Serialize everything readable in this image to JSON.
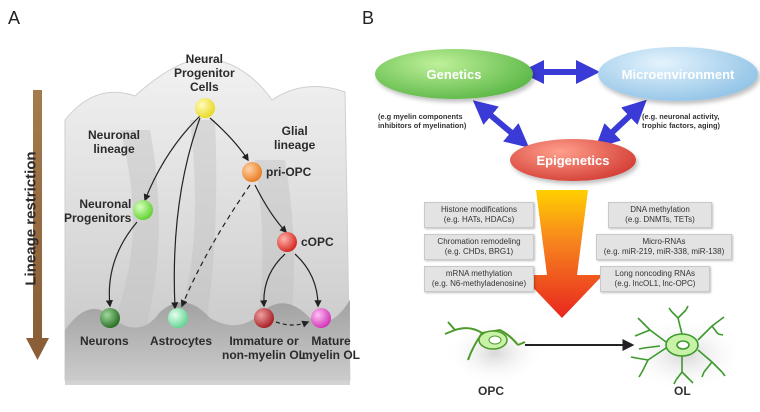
{
  "panel_a": {
    "letter": "A",
    "axis_label": "Lineage restriction",
    "neural_progenitor": "Neural\nProgenitor\nCells",
    "neuronal_lineage": "Neuronal\nlineage",
    "glial_lineage": "Glial\nlineage",
    "pri_opc": "pri-OPC",
    "neuronal_progenitors": "Neuronal\nProgenitors",
    "copc": "cOPC",
    "neurons": "Neurons",
    "astrocytes": "Astrocytes",
    "immature_ol": "Immature or\nnon-myelin OL",
    "mature_ol": "Mature\nmyelin OL",
    "colors": {
      "npc": "#f3e83a",
      "pri_opc": "#f08a2e",
      "neuronal_progenitors": "#7ee04a",
      "copc": "#e2332a",
      "neurons": "#2f7a2a",
      "astrocytes": "#7fe3a6",
      "immature_ol": "#b8282e",
      "mature_ol": "#e646c8"
    }
  },
  "panel_b": {
    "letter": "B",
    "genetics": "Genetics",
    "microenvironment": "Microenvironment",
    "epigenetics": "Epigenetics",
    "genetics_note": "(e.g myelin components\ninhibitors of myelination)",
    "micro_note": "(e.g. neuronal activity,\ntrophic factors, aging)",
    "boxes_left": [
      "Histone modifications\n(e.g. HATs, HDACs)",
      "Chromation remodeling\n(e.g. CHDs, BRG1)",
      "mRNA methylation\n(e.g. N6-methyladenosine)"
    ],
    "boxes_right": [
      "DNA methylation\n(e.g. DNMTs, TETs)",
      "Micro-RNAs\n(e.g. miR-219, miR-338, miR-138)",
      "Long noncoding RNAs\n(e.g. lncOL1, lnc-OPC)"
    ],
    "opc": "OPC",
    "ol": "OL",
    "colors": {
      "genetics": "#4fb83a",
      "microenvironment": "#8ec3e8",
      "epigenetics": "#d9302a",
      "arrows": "#3a3ad6",
      "funnel": "#f26a1b"
    }
  }
}
